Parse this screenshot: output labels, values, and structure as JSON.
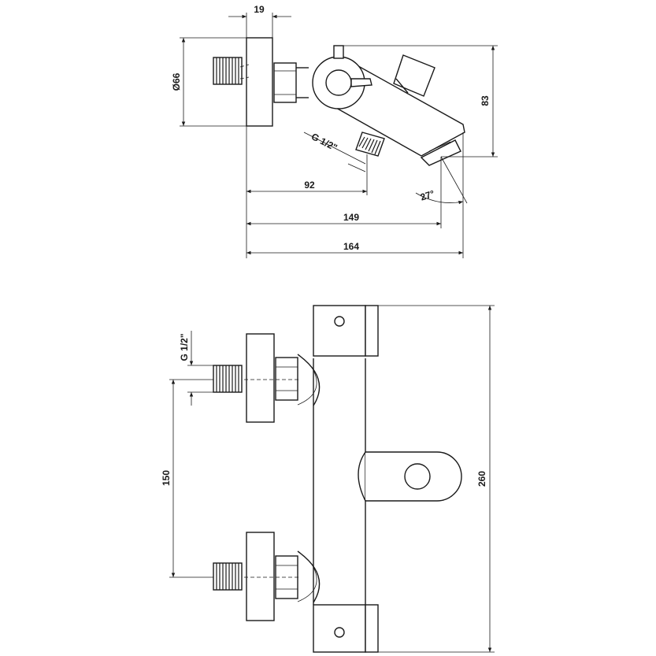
{
  "top_view": {
    "dim_width_flange": "19",
    "dim_diameter": "Ø66",
    "dim_height": "83",
    "dim_thread": "G 1/2\"",
    "dim_92": "92",
    "dim_149": "149",
    "dim_164": "164",
    "dim_angle": "27°"
  },
  "front_view": {
    "dim_thread": "G 1/2\"",
    "dim_spacing": "150",
    "dim_height": "260"
  }
}
